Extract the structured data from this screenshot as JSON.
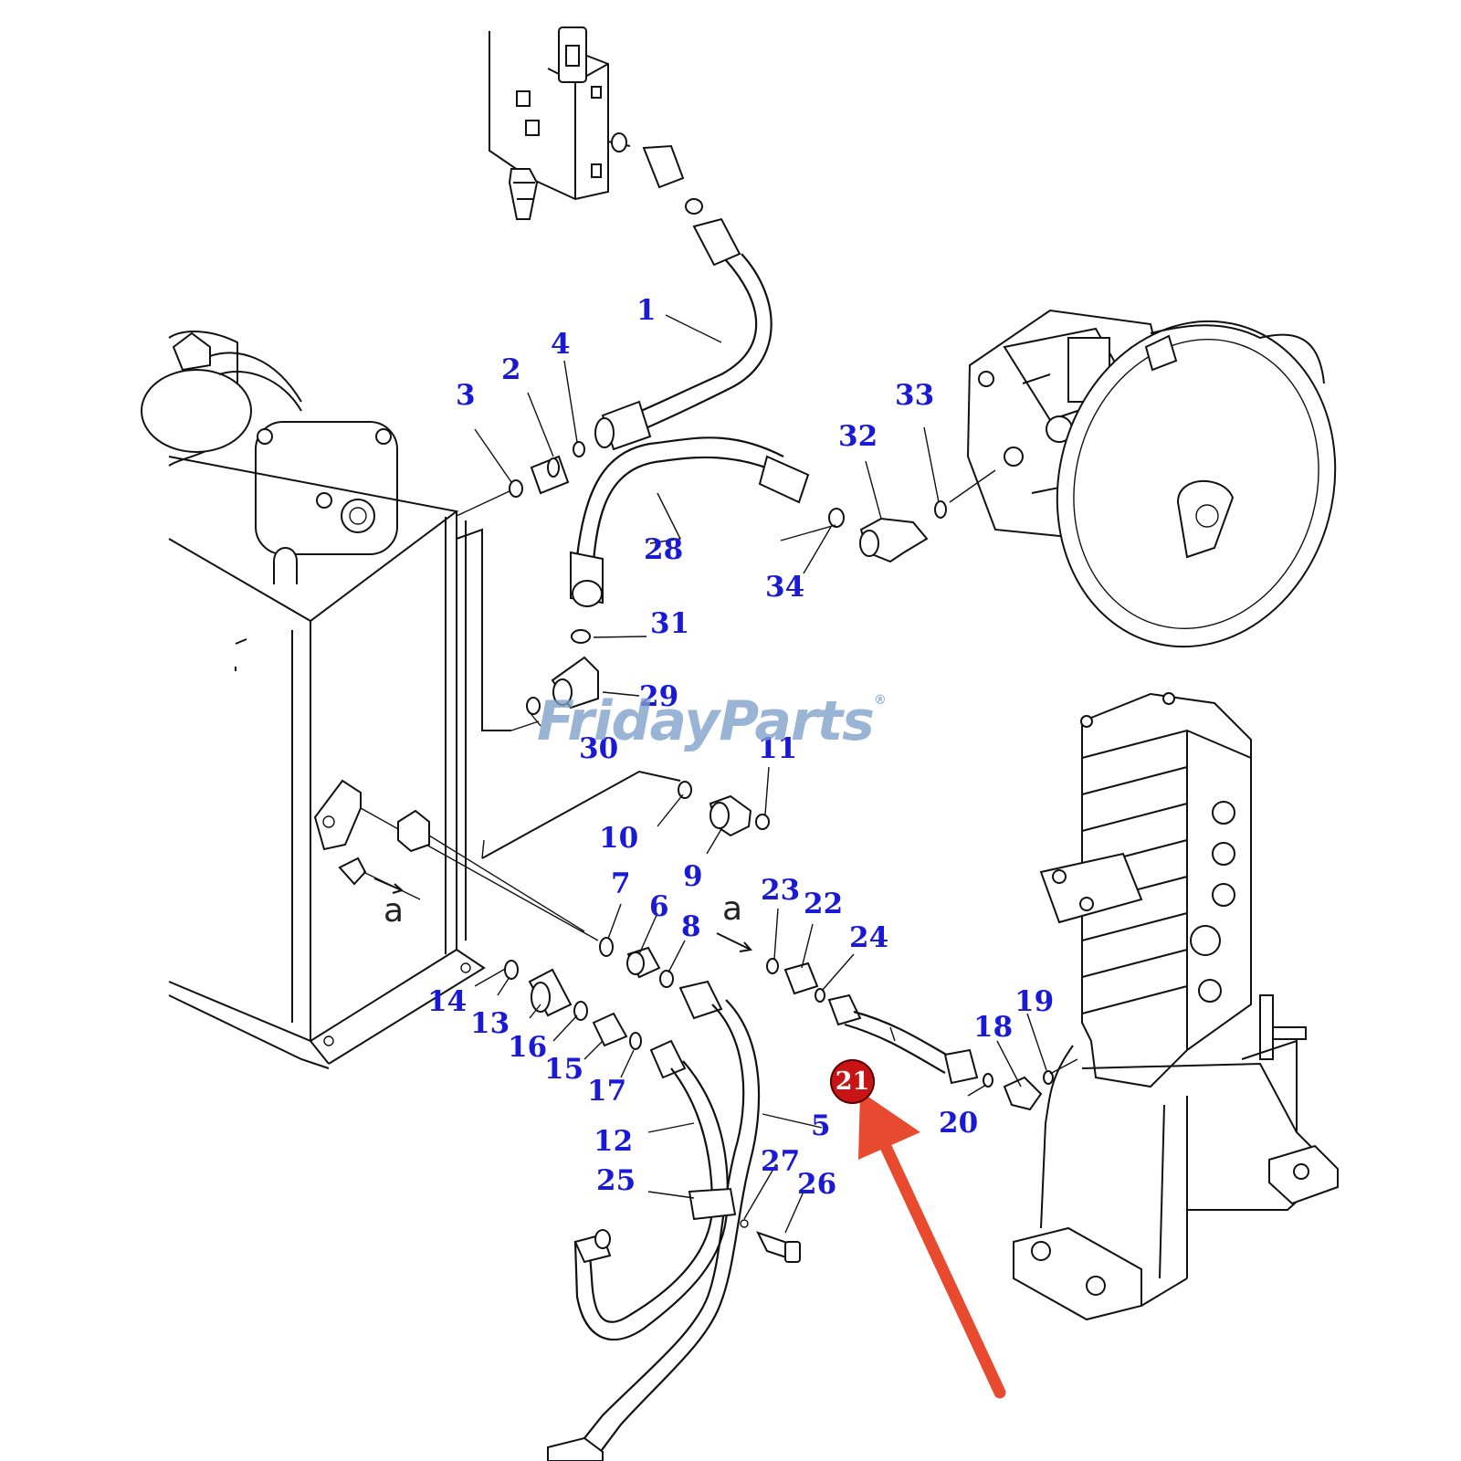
{
  "callouts": [
    {
      "id": "1",
      "label": "1"
    },
    {
      "id": "2",
      "label": "2"
    },
    {
      "id": "3",
      "label": "3"
    },
    {
      "id": "4",
      "label": "4"
    },
    {
      "id": "5",
      "label": "5"
    },
    {
      "id": "6",
      "label": "6"
    },
    {
      "id": "7",
      "label": "7"
    },
    {
      "id": "8",
      "label": "8"
    },
    {
      "id": "9",
      "label": "9"
    },
    {
      "id": "10",
      "label": "10"
    },
    {
      "id": "11",
      "label": "11"
    },
    {
      "id": "12",
      "label": "12"
    },
    {
      "id": "13",
      "label": "13"
    },
    {
      "id": "14",
      "label": "14"
    },
    {
      "id": "15",
      "label": "15"
    },
    {
      "id": "16",
      "label": "16"
    },
    {
      "id": "17",
      "label": "17"
    },
    {
      "id": "18",
      "label": "18"
    },
    {
      "id": "19",
      "label": "19"
    },
    {
      "id": "20",
      "label": "20"
    },
    {
      "id": "22",
      "label": "22"
    },
    {
      "id": "23",
      "label": "23"
    },
    {
      "id": "24",
      "label": "24"
    },
    {
      "id": "25",
      "label": "25"
    },
    {
      "id": "26",
      "label": "26"
    },
    {
      "id": "27",
      "label": "27"
    },
    {
      "id": "28",
      "label": "28"
    },
    {
      "id": "29",
      "label": "29"
    },
    {
      "id": "30",
      "label": "30"
    },
    {
      "id": "31",
      "label": "31"
    },
    {
      "id": "32",
      "label": "32"
    },
    {
      "id": "33",
      "label": "33"
    },
    {
      "id": "34",
      "label": "34"
    }
  ],
  "highlighted": {
    "label": "21",
    "color": "#c81414",
    "arrow_color": "#e84a30"
  },
  "view_marker": {
    "letter": "a"
  },
  "watermark": {
    "brand": "FridayParts",
    "mark": "®"
  },
  "colors": {
    "callout": "#1a1ad6",
    "line": "#111111"
  }
}
